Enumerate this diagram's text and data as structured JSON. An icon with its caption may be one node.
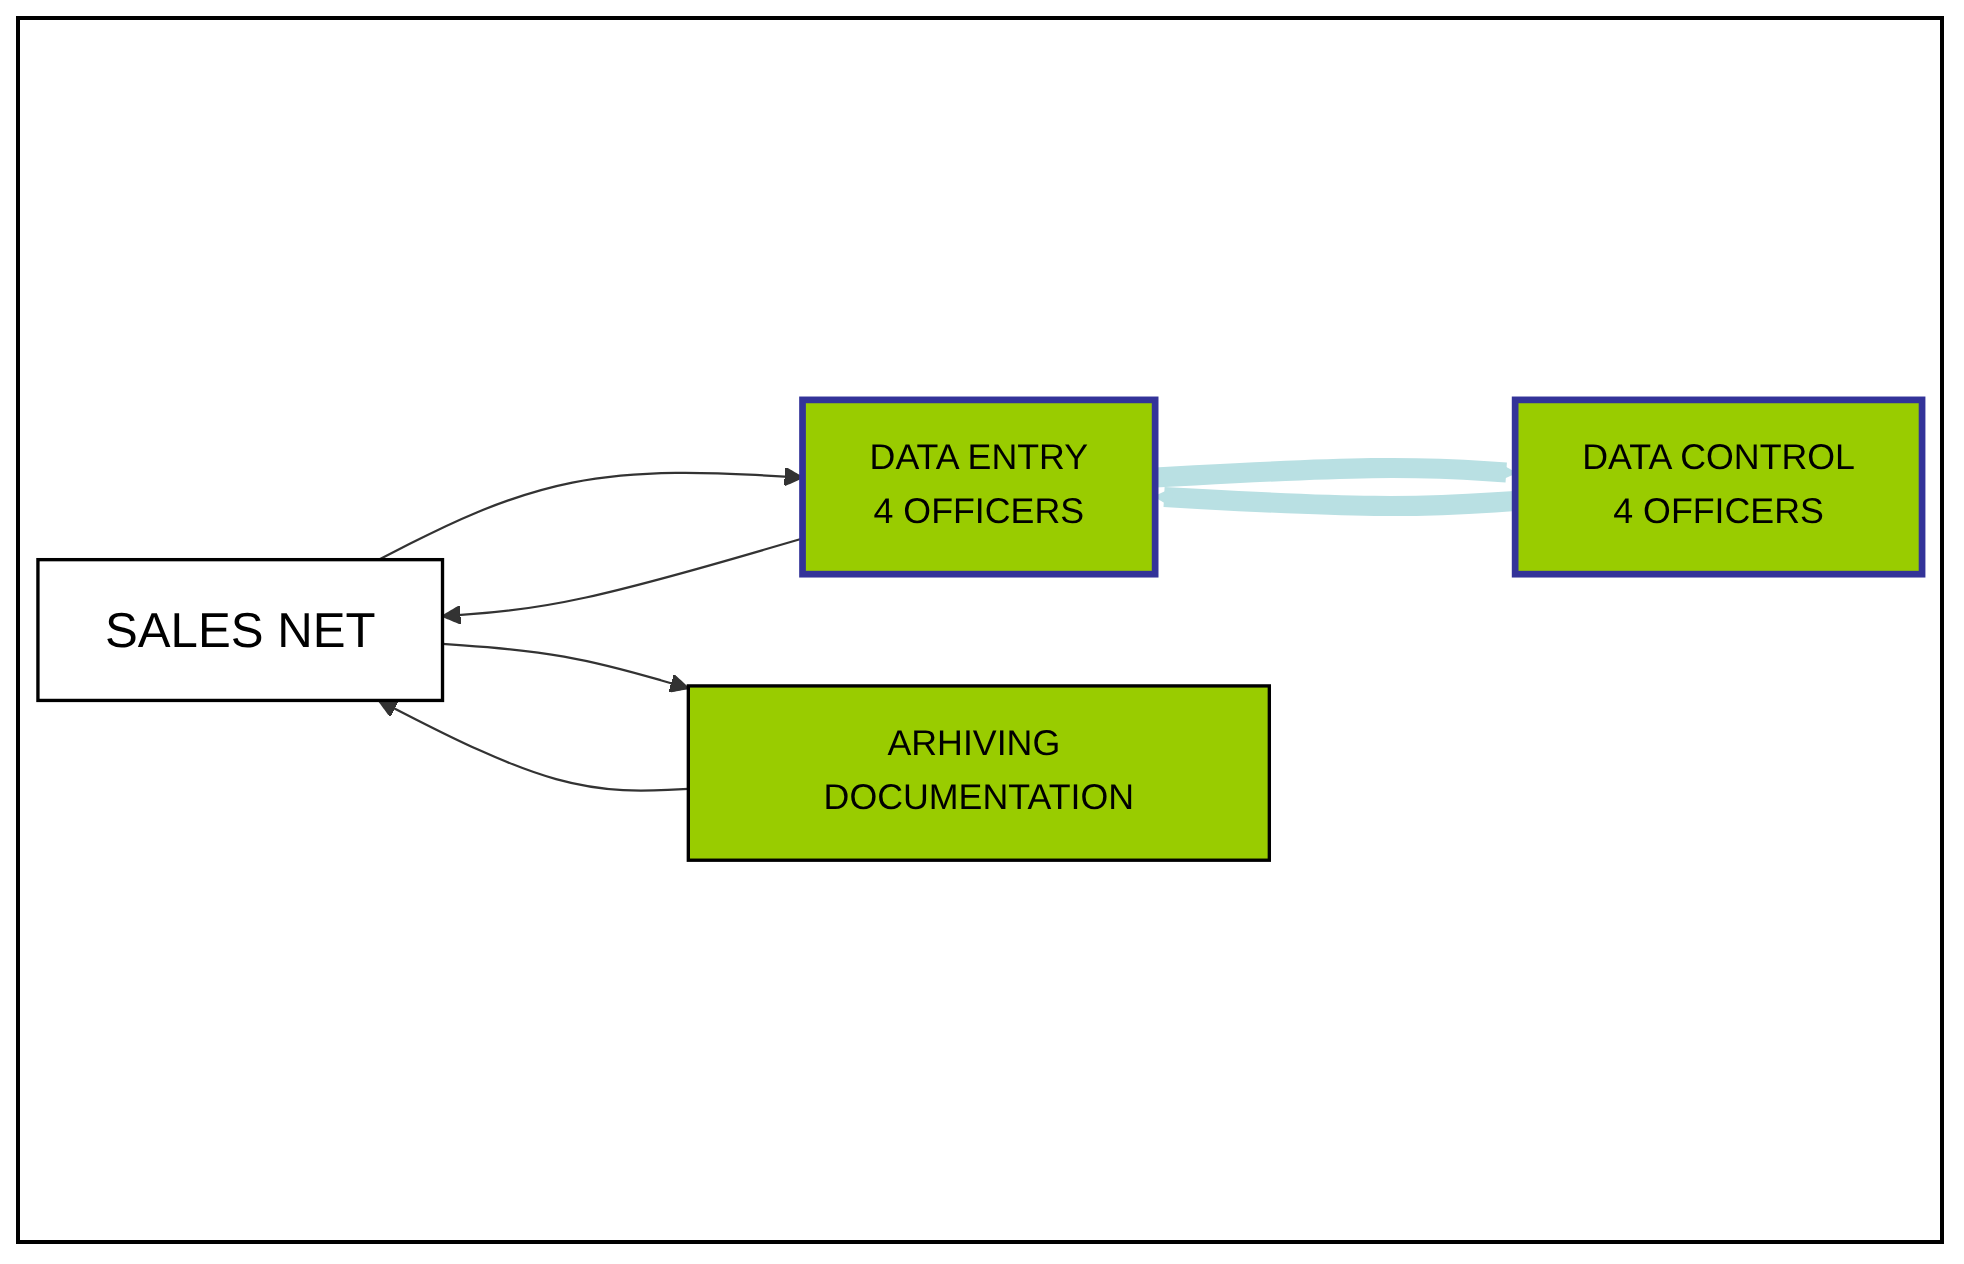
{
  "diagram": {
    "nodes": [
      {
        "text": [
          "SALES NET"
        ]
      },
      {
        "text": [
          "DATA ENTRY",
          "4 OFFICERS"
        ]
      },
      {
        "text": [
          "DATA CONTROL",
          "4 OFFICERS"
        ]
      },
      {
        "text": [
          "ARHIVING DOCUMENTATION"
        ]
      }
    ],
    "edges": [
      {
        "from": 0,
        "to": 1,
        "arrow": "to"
      },
      {
        "from": 1,
        "to": 0,
        "arrow": "to"
      },
      {
        "from": 2,
        "to": 1,
        "arrow": "to",
        "style": "thick",
        "color": "#b9e0e3"
      },
      {
        "from": 1,
        "to": 2,
        "arrow": "to",
        "style": "thick",
        "color": "#b9e0e3"
      },
      {
        "from": 0,
        "to": 3,
        "arrow": "to"
      },
      {
        "from": 3,
        "to": 0,
        "arrow": "to"
      }
    ]
  }
}
